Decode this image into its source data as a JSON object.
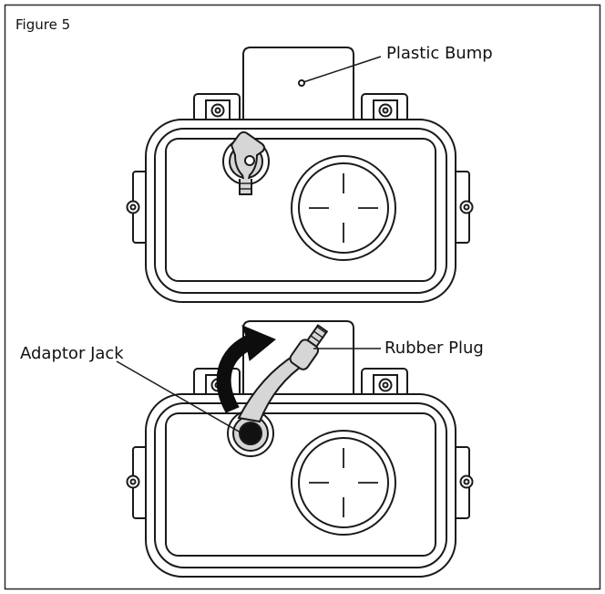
{
  "figure": {
    "title": "Figure 5",
    "labels": {
      "plastic_bump": "Plastic Bump",
      "rubber_plug": "Rubber Plug",
      "adaptor_jack": "Adaptor Jack"
    }
  },
  "colors": {
    "line": "#1a1a1a",
    "border": "#2a2a2a",
    "fill_gray": "#d6d6d6",
    "jack_dark": "#111111",
    "background": "#ffffff"
  }
}
